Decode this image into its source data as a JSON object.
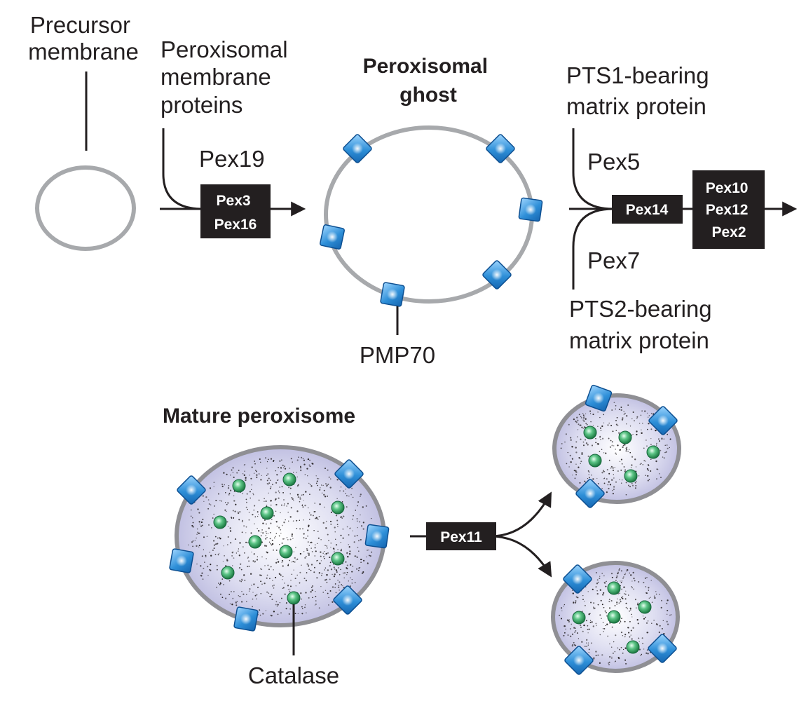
{
  "labels": {
    "precursor_membrane": [
      "Precursor",
      "membrane"
    ],
    "peroxisomal_membrane_proteins": [
      "Peroxisomal",
      "membrane",
      "proteins"
    ],
    "pex19": "Pex19",
    "peroxisomal_ghost": [
      "Peroxisomal",
      "ghost"
    ],
    "pmp70": "PMP70",
    "pts1_protein": [
      "PTS1-bearing",
      "matrix protein"
    ],
    "pex5": "Pex5",
    "pex7": "Pex7",
    "pts2_protein": [
      "PTS2-bearing",
      "matrix protein"
    ],
    "mature_peroxisome": "Mature peroxisome",
    "catalase": "Catalase"
  },
  "boxes": {
    "pex3_pex16": [
      "Pex3",
      "Pex16"
    ],
    "pex14": "Pex14",
    "pex10_group": [
      "Pex10",
      "Pex12",
      "Pex2"
    ],
    "pex11": "Pex11"
  },
  "colors": {
    "text": "#231f20",
    "ring": "#a7a9ac",
    "matrix_fill": "#c9c8e6",
    "membrane_protein": "#2e8fd8",
    "catalase": "#2f9f5a",
    "box_fill": "#231f20"
  },
  "icons": {
    "membrane_protein": "blue-square-membrane-protein",
    "matrix_particle": "green-sphere-catalase"
  }
}
